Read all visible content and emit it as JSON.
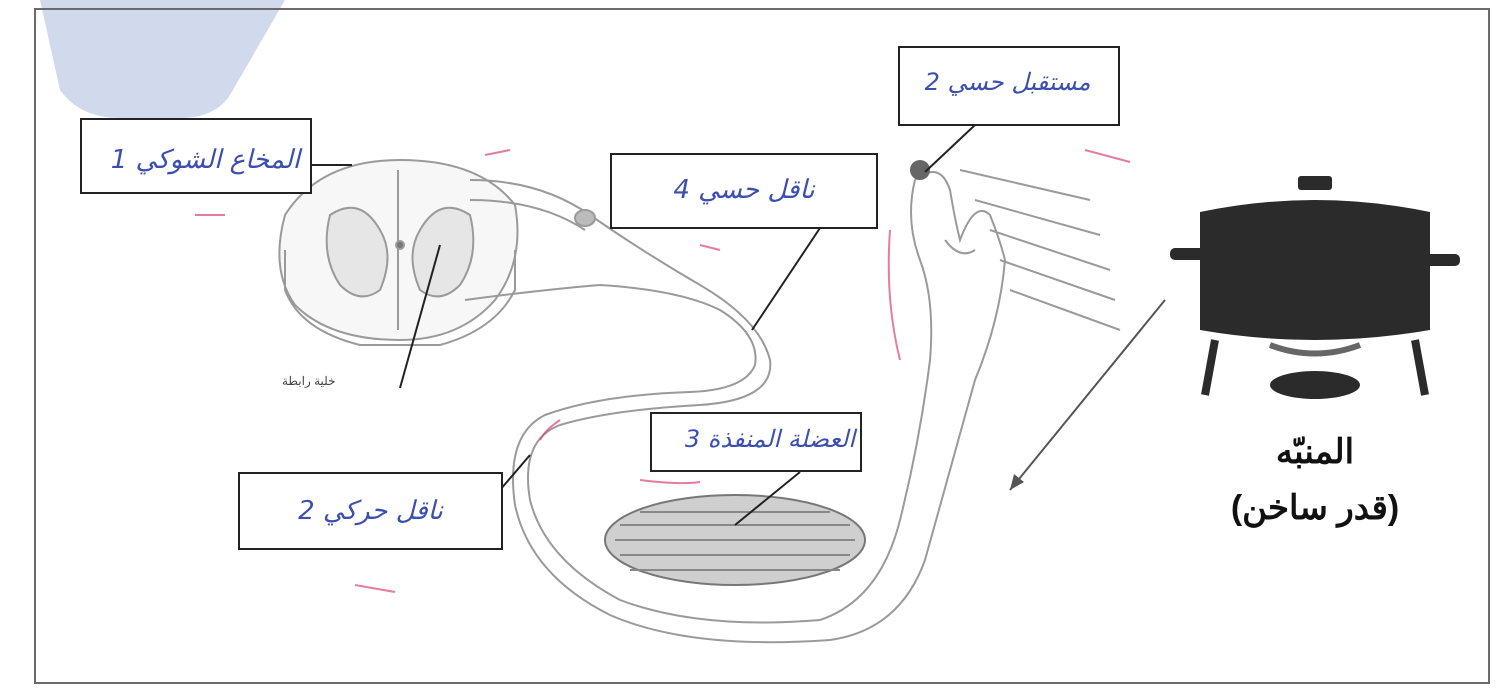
{
  "labels": {
    "spinal_cord": "المخاع الشوكي 1",
    "sensory_receptor": "مستقبل حسي 2",
    "sensory_neuron": "ناقل حسي 4",
    "effector_muscle": "العضلة المنفذة 3",
    "motor_neuron": "ناقل حركي 2",
    "connector_neuron": "خلية رابطة",
    "stimulus_line1": "المنبّه",
    "stimulus_line2": "(قدر ساخن)"
  },
  "colors": {
    "handwriting": "#3b4fb0",
    "box_border": "#222222",
    "frame_border": "#6a6a6a",
    "pot": "#2b2b2b",
    "pink_marks": "#d9457a",
    "drawing_line": "#9a9a9a",
    "watermark": "#c9d3ea"
  },
  "icons": {
    "stimulus": "hot-pot-icon",
    "muscle": "muscle-icon",
    "spinal_cord": "spinal-cord-section-icon"
  }
}
